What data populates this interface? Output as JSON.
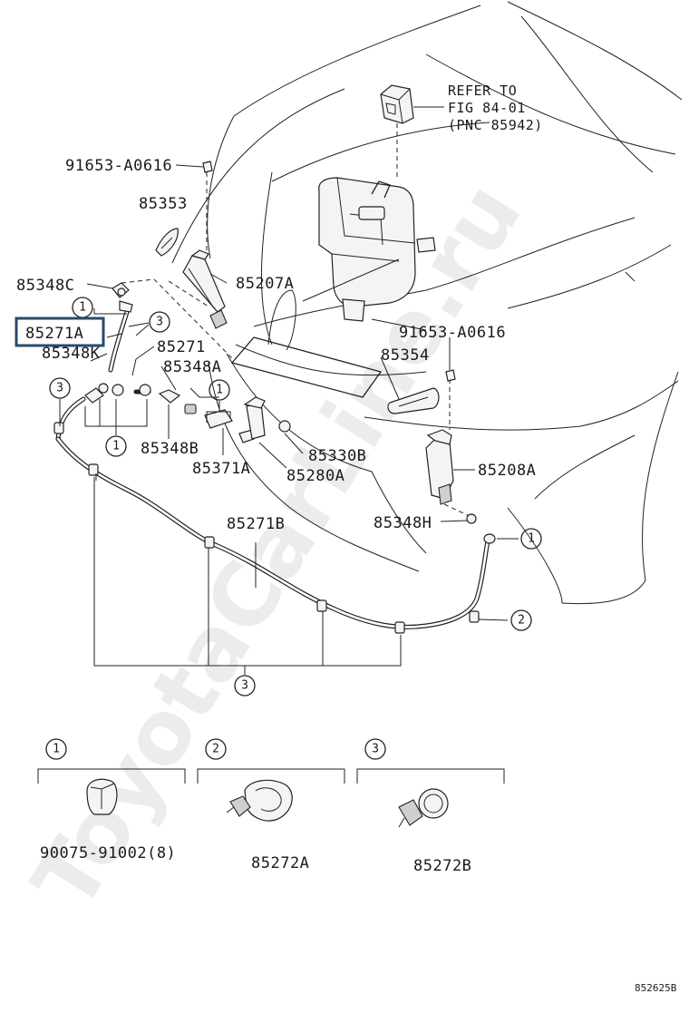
{
  "diagram": {
    "watermark": "ToyotaCarLine.ru",
    "footer_code": "852625B",
    "refer_note": [
      "REFER TO",
      "FIG 84-01",
      "(PNC 85942)"
    ],
    "highlight_label": "85271A",
    "part_labels": {
      "p91653_top": "91653-A0616",
      "p85353": "85353",
      "p85348C": "85348C",
      "p85207A": "85207A",
      "p85271A": "85271A",
      "p85348K": "85348K",
      "p85271": "85271",
      "p85348A": "85348A",
      "p91653_mid": "91653-A0616",
      "p85354": "85354",
      "p85348B": "85348B",
      "p85330B": "85330B",
      "p85371A": "85371A",
      "p85280A": "85280A",
      "p85208A": "85208A",
      "p85271B": "85271B",
      "p85348H": "85348H"
    },
    "callouts": {
      "c1a": "1",
      "c3a": "3",
      "c3b": "3",
      "c1b": "1",
      "c1c": "1",
      "c1d": "1",
      "c2a": "2",
      "c3c": "3"
    },
    "legend": [
      {
        "num": "1",
        "part": "90075-91002(8)"
      },
      {
        "num": "2",
        "part": "85272A"
      },
      {
        "num": "3",
        "part": "85272B"
      }
    ]
  }
}
